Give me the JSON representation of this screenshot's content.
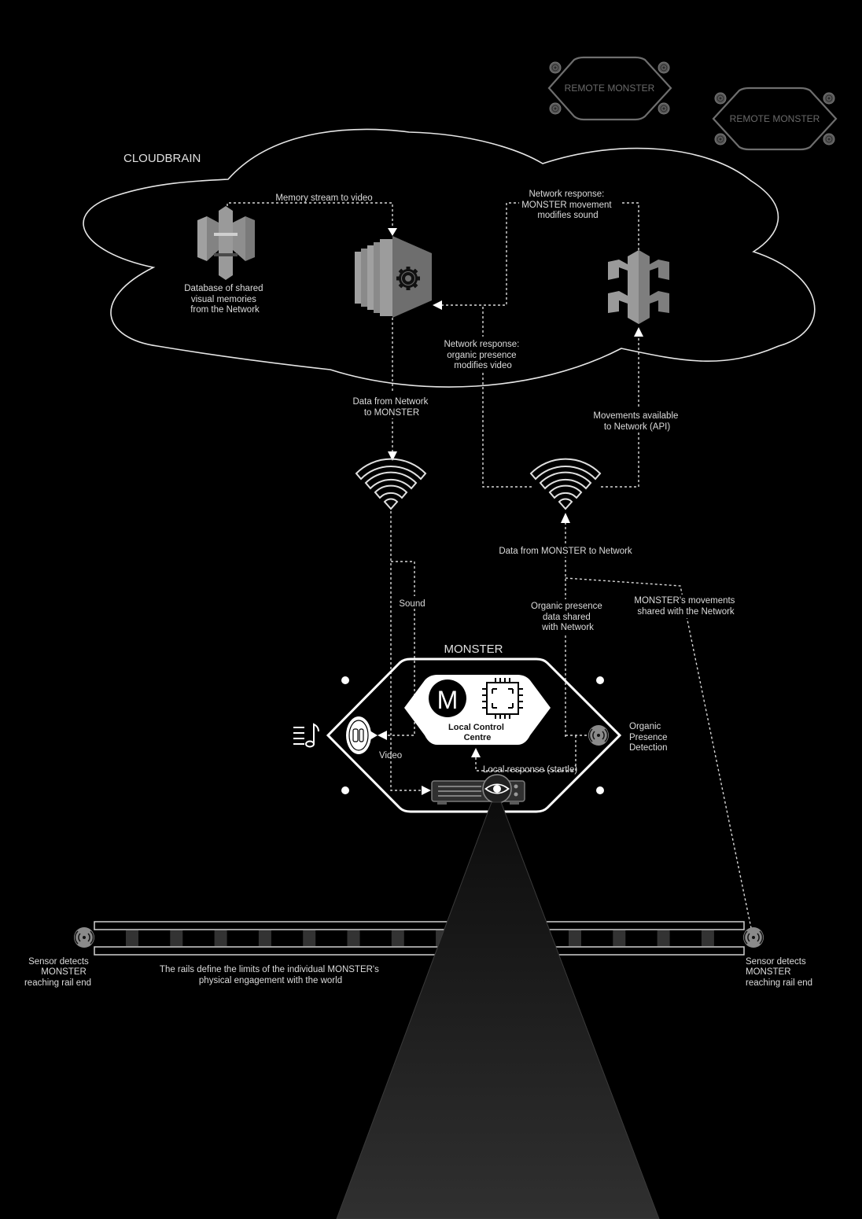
{
  "remote_monsters": [
    {
      "label": "REMOTE MONSTER"
    },
    {
      "label": "REMOTE MONSTER"
    }
  ],
  "cloudbrain": {
    "title": "CLOUDBRAIN",
    "database_label": [
      "Database of shared",
      "visual memories",
      "from the Network"
    ],
    "memory_stream_label": "Memory stream to video",
    "sound_response_label": [
      "Network response:",
      "MONSTER movement",
      "modifies sound"
    ],
    "video_response_label": [
      "Network response:",
      "organic presence",
      "modifies video"
    ]
  },
  "links": {
    "data_to_monster": [
      "Data from Network",
      "to MONSTER"
    ],
    "movements_api": [
      "Movements available",
      "to Network (API)"
    ],
    "data_from_monster": "Data from MONSTER to Network",
    "sound": "Sound",
    "organic_shared": [
      "Organic presence",
      "data shared",
      "with Network"
    ],
    "movements_shared": [
      "MONSTER's movements",
      "shared with the Network"
    ],
    "video": "Video",
    "local_response": "Local response (startle)"
  },
  "monster": {
    "title": "MONSTER",
    "logo_letter": "M",
    "control_centre_label": [
      "Local Control",
      "Centre"
    ],
    "organic_detection_label": [
      "Organic",
      "Presence",
      "Detection"
    ]
  },
  "rails": {
    "caption": [
      "The rails define the limits of the individual MONSTER's",
      "physical  engagement with the world"
    ],
    "left_sensor_label": [
      "Sensor detects",
      "MONSTER",
      "reaching rail end"
    ],
    "right_sensor_label": [
      "Sensor detects",
      "MONSTER",
      "reaching rail end"
    ]
  },
  "colors": {
    "background": "#000000",
    "foreground": "#ffffff",
    "aws_icon": "#8c8c8c",
    "sensor": "#8a8a8a",
    "rail_tie": "#333333",
    "remote": "#6a6a6a",
    "beam_top": "#0c0c0c",
    "beam_bottom": "#303030"
  }
}
